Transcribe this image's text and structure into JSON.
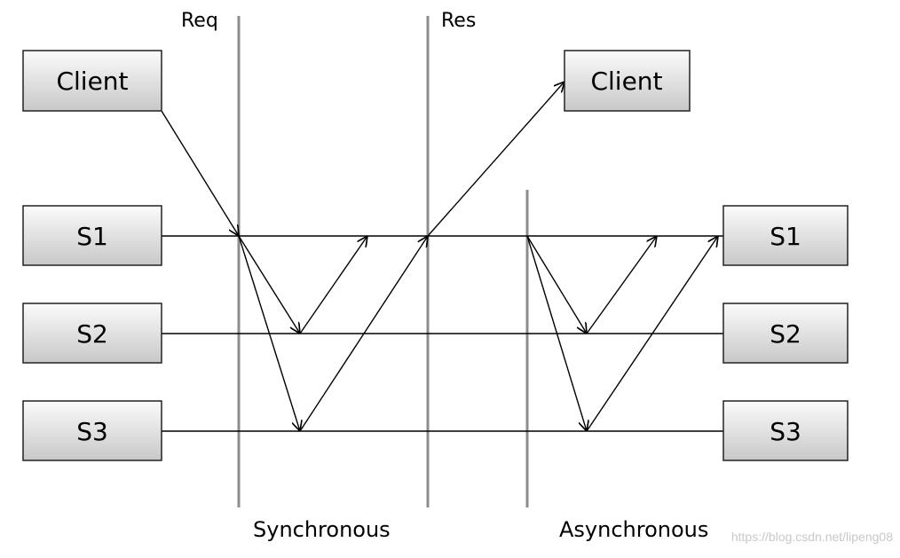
{
  "nodes": {
    "client_left": "Client",
    "client_right": "Client",
    "s1_left": "S1",
    "s2_left": "S2",
    "s3_left": "S3",
    "s1_right": "S1",
    "s2_right": "S2",
    "s3_right": "S3"
  },
  "labels": {
    "req": "Req",
    "res": "Res",
    "synchronous": "Synchronous",
    "asynchronous": "Asynchronous"
  },
  "watermark": "https://blog.csdn.net/lipeng08",
  "colors": {
    "box_gradient_top": "#fbfbfb",
    "box_gradient_bottom": "#c8c8c8",
    "box_border": "#222222",
    "divider": "#8c8c8c",
    "line": "#000000"
  }
}
